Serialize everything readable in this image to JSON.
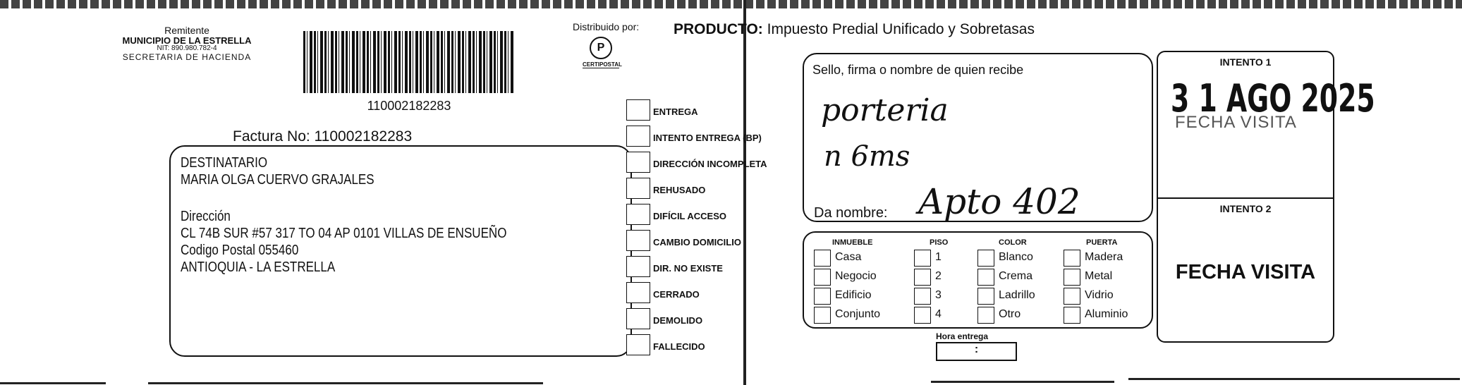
{
  "sender": {
    "label": "Remitente",
    "municipality": "MUNICIPIO DE LA ESTRELLA",
    "nit": "NIT: 890.980.782-4",
    "secretaria": "SECRETARIA DE HACIENDA"
  },
  "barcode": {
    "number": "110002182283"
  },
  "factura": "Factura No: 110002182283",
  "recipient": {
    "heading": "DESTINATARIO",
    "name": "MARIA OLGA  CUERVO GRAJALES",
    "address_label": "Dirección",
    "address": "CL 74B SUR #57 317 TO 04 AP 0101 VILLAS DE ENSUEÑO",
    "postal": "Codigo Postal  055460",
    "city": "ANTIOQUIA - LA ESTRELLA"
  },
  "distributor": {
    "label": "Distribuido por:",
    "logo_text": "CERTIPOSTAL"
  },
  "delivery_status": [
    "ENTREGA",
    "INTENTO ENTREGA (BP)",
    "DIRECCIÓN INCOMPLETA",
    "REHUSADO",
    "DIFÍCIL ACCESO",
    "CAMBIO DOMICILIO",
    "DIR. NO EXISTE",
    "CERRADO",
    "DEMOLIDO",
    "FALLECIDO"
  ],
  "product": {
    "label": "PRODUCTO:",
    "value": "Impuesto Predial Unificado y Sobretasas"
  },
  "receipt": {
    "label": "Sello, firma o nombre de quien recibe",
    "handwriting_1": "porteria",
    "handwriting_2": "n 6ms",
    "name_label": "Da nombre:",
    "name_value": "Apto 402"
  },
  "property": {
    "inmueble": {
      "title": "INMUEBLE",
      "options": [
        "Casa",
        "Negocio",
        "Edificio",
        "Conjunto"
      ]
    },
    "piso": {
      "title": "PISO",
      "options": [
        "1",
        "2",
        "3",
        "4"
      ]
    },
    "color": {
      "title": "COLOR",
      "options": [
        "Blanco",
        "Crema",
        "Ladrillo",
        "Otro"
      ]
    },
    "puerta": {
      "title": "PUERTA",
      "options": [
        "Madera",
        "Metal",
        "Vidrio",
        "Aluminio"
      ]
    }
  },
  "hora": {
    "label": "Hora entrega",
    "value": ":"
  },
  "attempts": {
    "intento1": "INTENTO 1",
    "intento2": "INTENTO 2",
    "fecha_visita": "FECHA VISITA",
    "stamp": "3 1 AGO 2025"
  }
}
